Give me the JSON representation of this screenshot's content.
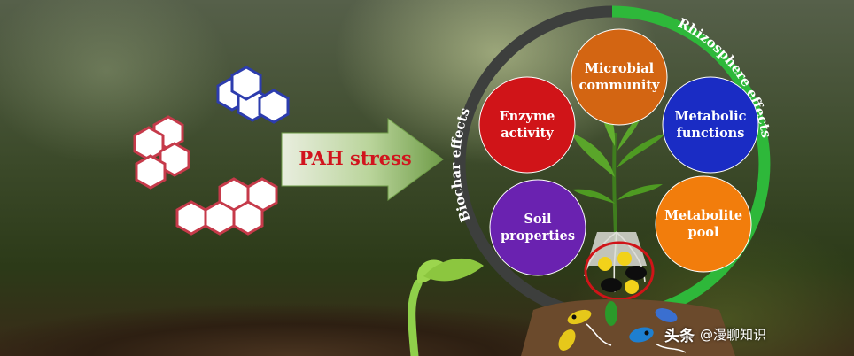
{
  "arrow_label": "PAH stress",
  "arc_labels": {
    "left": "Biochar effects",
    "right": "Rhizosphere effects"
  },
  "circles": [
    {
      "label": "Microbial\ncommunity",
      "color": "#d36512"
    },
    {
      "label": "Enzyme\nactivity",
      "color": "#d01418"
    },
    {
      "label": "Metabolic\nfunctions",
      "color": "#1a2cc4"
    },
    {
      "label": "Soil\nproperties",
      "color": "#6a22b0"
    },
    {
      "label": "Metabolite\npool",
      "color": "#f27d0c"
    }
  ],
  "colors": {
    "arc_left": "#3d3f3d",
    "arc_right": "#2eb83a",
    "pah_red": "#c63a4a",
    "pah_blue": "#2c3cae",
    "arrow_fill": "#88b060"
  },
  "watermark": {
    "brand": "头条",
    "handle": "@漫聊知识"
  }
}
